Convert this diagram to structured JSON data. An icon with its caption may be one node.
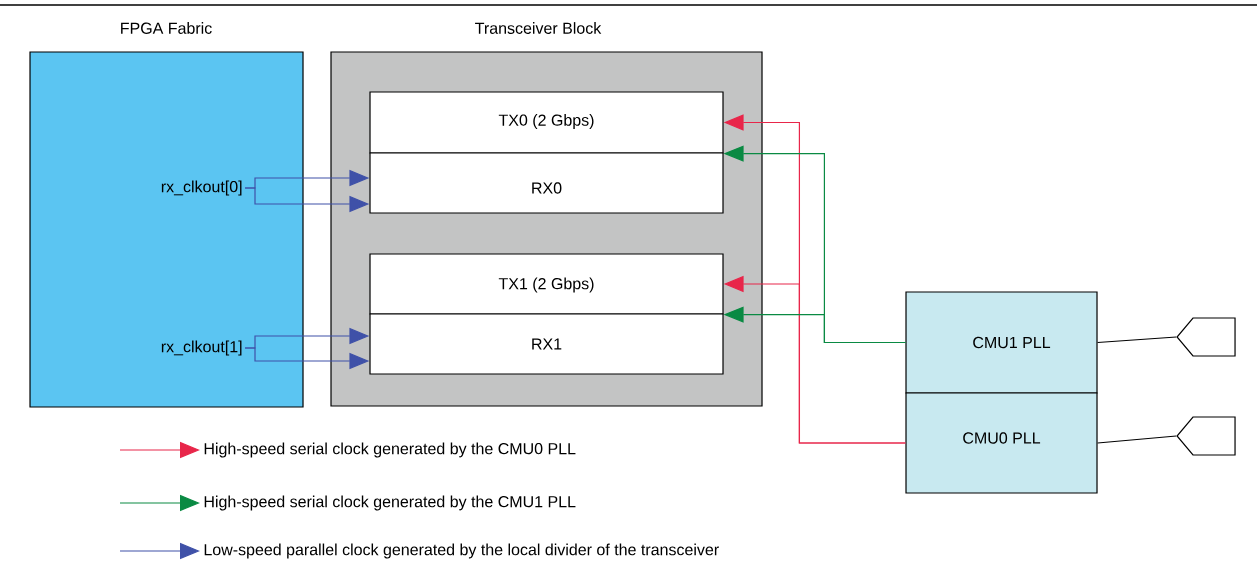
{
  "diagram": {
    "nodes": [
      {
        "text": [
          "FPGA Fabric"
        ]
      },
      {
        "text": [
          "rx_clkout[0]"
        ],
        "in": 0
      },
      {
        "text": [
          "rx_clkout[1]"
        ],
        "in": 0
      },
      {
        "text": [
          "Transceiver Block"
        ]
      },
      {
        "text": [
          "TX0 (2 Gbps)"
        ],
        "in": 3
      },
      {
        "text": [
          "RX0"
        ],
        "in": 3
      },
      {
        "text": [
          "TX1 (2 Gbps)"
        ],
        "in": 3
      },
      {
        "text": [
          "RX1"
        ],
        "in": 3
      },
      {
        "text": [
          "CMU1 PLL"
        ]
      },
      {
        "text": [
          "CMU0 PLL"
        ]
      },
      {
        "text": [],
        "shape": "pentagon"
      },
      {
        "text": [],
        "shape": "pentagon"
      }
    ],
    "edges": [
      {
        "from": 1,
        "to": 5,
        "arrow": "to"
      },
      {
        "from": 1,
        "to": 5,
        "arrow": "to"
      },
      {
        "from": 2,
        "to": 7,
        "arrow": "to"
      },
      {
        "from": 2,
        "to": 7,
        "arrow": "to"
      },
      {
        "from": 9,
        "to": 4,
        "arrow": "to",
        "color": "#e8264a"
      },
      {
        "from": 9,
        "to": 6,
        "arrow": "to",
        "color": "#e8264a"
      },
      {
        "from": 8,
        "to": 4,
        "arrow": "to",
        "color": "#0a8a43"
      },
      {
        "from": 8,
        "to": 6,
        "arrow": "to",
        "color": "#0a8a43"
      },
      {
        "from": 8,
        "to": 10,
        "arrow": "none",
        "color": "#000000"
      },
      {
        "from": 9,
        "to": 11,
        "arrow": "none",
        "color": "#000000"
      }
    ],
    "legend": [
      {
        "text": "High-speed serial clock generated by the CMU0 PLL"
      },
      {
        "text": "High-speed serial clock generated by the CMU1 PLL"
      },
      {
        "text": "Low-speed parallel clock generated by the local divider of the transceiver"
      }
    ]
  }
}
